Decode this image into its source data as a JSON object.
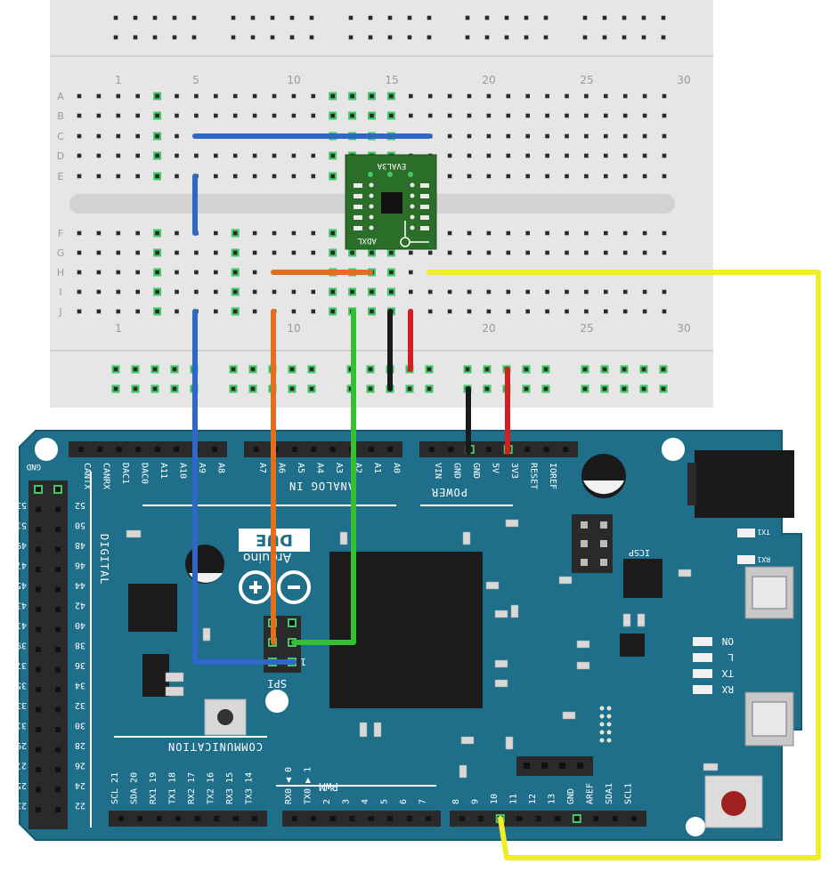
{
  "colors": {
    "board": "#1f6f8b",
    "board_edge": "#165a72",
    "breadboard": "#e6e6e6",
    "breadboard_dark": "#d0d0d0",
    "hole": "#2a2a2a",
    "pin_highlight": "#44c767",
    "wire_blue": "#2f67c9",
    "wire_orange": "#e07020",
    "wire_green": "#33c033",
    "wire_yellow": "#f0ee2a",
    "wire_red": "#d02020",
    "wire_black": "#1a1a1a",
    "sensor": "#2a6e2a"
  },
  "breadboard": {
    "col_numbers_top": [
      "1",
      "5",
      "10",
      "15",
      "20",
      "25",
      "30"
    ],
    "col_numbers_bottom": [
      "1",
      "10",
      "20",
      "25",
      "30"
    ],
    "row_letters_top": [
      "A",
      "B",
      "C",
      "D",
      "E"
    ],
    "row_letters_bottom": [
      "F",
      "G",
      "H",
      "I",
      "J"
    ]
  },
  "sensor": {
    "label": "EVAL3A",
    "bottom_label": "ADXL"
  },
  "arduino": {
    "logo_model": "DUE",
    "logo_brand": "Arduino",
    "analog_label": "ANALOG IN",
    "power_label": "POWER",
    "digital_label": "DIGITAL",
    "communication_label": "COMMUNICATION",
    "pwm_label": "PWM",
    "spi_label": "SPI",
    "icsp_label": "ICSP",
    "gnd_label": "GND",
    "header_top_left": [
      "CANTX",
      "CANRX",
      "DAC1",
      "DAC0",
      "A11",
      "A10",
      "A9",
      "A8"
    ],
    "header_top_analog": [
      "A7",
      "A6",
      "A5",
      "A4",
      "A3",
      "A2",
      "A1",
      "A0"
    ],
    "header_top_power": [
      "VIN",
      "GND",
      "GND",
      "5V",
      "3V3",
      "RESET",
      "IOREF"
    ],
    "header_bottom_comm": [
      "SCL 21",
      "SDA 20",
      "RX1 19",
      "TX1 18",
      "RX2 17",
      "TX2 16",
      "RX3 15",
      "TX3 14"
    ],
    "header_bottom_pwm": [
      "RX0 ◀ 0",
      "TX0 ▶ 1",
      "2",
      "3",
      "4",
      "5",
      "6",
      "7"
    ],
    "header_bottom_right": [
      "8",
      "9",
      "10",
      "11",
      "12",
      "13",
      "GND",
      "AREF",
      "SDA1",
      "SCL1"
    ],
    "digital_pins_left": [
      "53",
      "51",
      "49",
      "47",
      "45",
      "43",
      "41",
      "39",
      "37",
      "35",
      "33",
      "31",
      "29",
      "27",
      "25",
      "23"
    ],
    "digital_pins_right": [
      "52",
      "50",
      "48",
      "46",
      "44",
      "42",
      "40",
      "38",
      "36",
      "34",
      "32",
      "30",
      "28",
      "26",
      "24",
      "22"
    ],
    "leds": [
      "ON",
      "L",
      "TX",
      "RX"
    ],
    "tx_rx_small": [
      "TX1",
      "RX1"
    ],
    "spi_pin_one": "1",
    "icon_names": [
      "power-jack",
      "usb-port",
      "reset-button",
      "capacitor",
      "chip-sam3x"
    ]
  }
}
